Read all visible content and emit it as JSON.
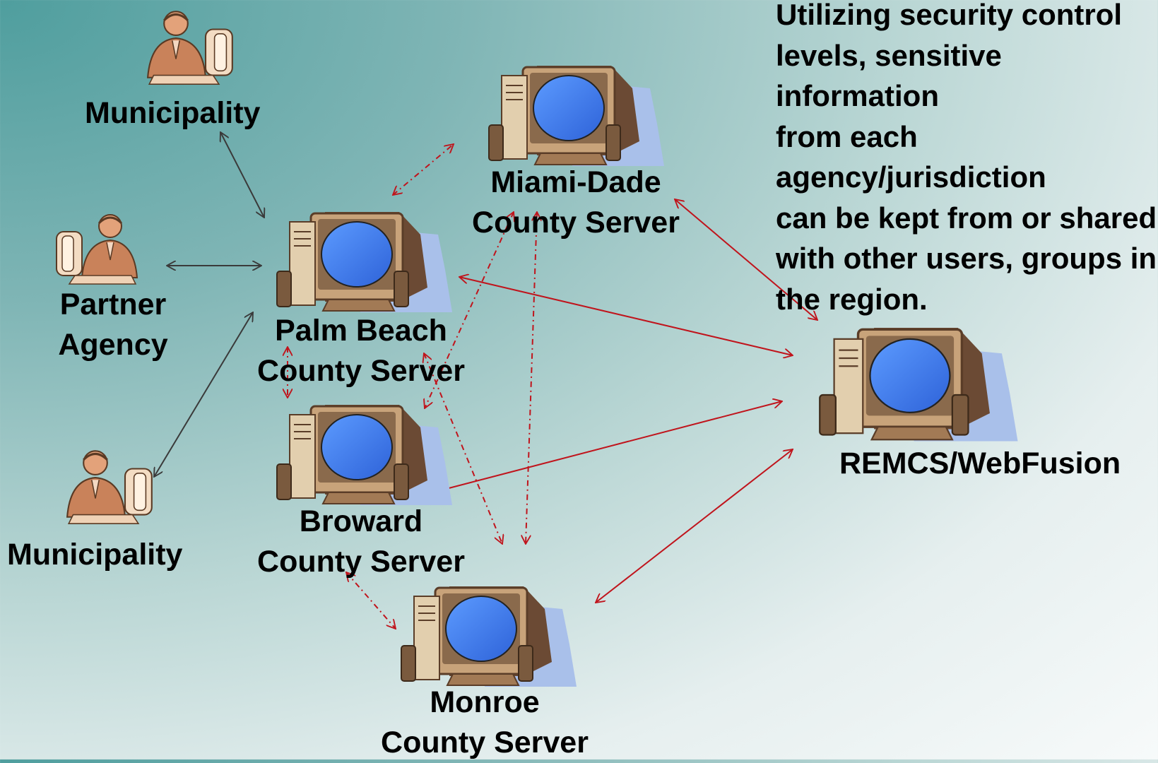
{
  "nodes": {
    "municipality_top": {
      "label": "Municipality"
    },
    "partner_agency": {
      "line1": "Partner",
      "line2": "Agency"
    },
    "municipality_bottom": {
      "label": "Municipality"
    },
    "palm_beach": {
      "line1": "Palm Beach",
      "line2": "County Server"
    },
    "miami_dade": {
      "line1": "Miami-Dade",
      "line2": "County Server"
    },
    "broward": {
      "line1": "Broward",
      "line2": "County Server"
    },
    "monroe": {
      "line1": "Monroe",
      "line2": "County Server"
    },
    "remcs": {
      "label": "REMCS/WebFusion"
    }
  },
  "note": "Utilizing security control\nlevels, sensitive information\nfrom each agency/jurisdiction\ncan be kept from or shared\nwith other users, groups in\nthe region.",
  "colors": {
    "link_solid": "#c0141c",
    "link_dashed": "#c0141c",
    "link_local": "#3a3a3a",
    "monitor_screen": "#3f7fe6",
    "monitor_case": "#b89066"
  }
}
